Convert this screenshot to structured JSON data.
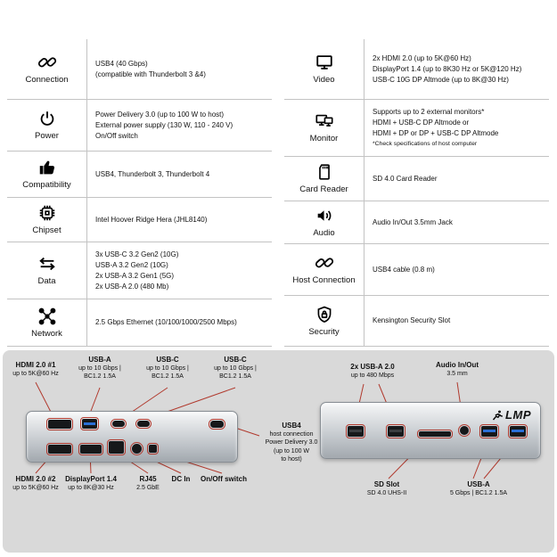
{
  "specs": {
    "left": [
      {
        "label": "Connection",
        "lines": [
          "USB4 (40 Gbps)",
          "(compatible with Thunderbolt 3 &4)"
        ]
      },
      {
        "label": "Power",
        "lines": [
          "Power Delivery 3.0 (up to 100 W to host)",
          "External power supply (130 W, 110 - 240 V)",
          "On/Off switch"
        ]
      },
      {
        "label": "Compatibility",
        "lines": [
          "USB4, Thunderbolt 3, Thunderbolt 4"
        ]
      },
      {
        "label": "Chipset",
        "lines": [
          "Intel Hoover Ridge Hera (JHL8140)"
        ]
      },
      {
        "label": "Data",
        "lines": [
          "3x USB-C 3.2 Gen2 (10G)",
          "USB-A 3.2 Gen2 (10G)",
          "2x USB-A 3.2 Gen1 (5G)",
          "2x USB-A 2.0 (480 Mb)"
        ]
      },
      {
        "label": "Network",
        "lines": [
          "2.5 Gbps Ethernet (10/100/1000/2500 Mbps)"
        ]
      }
    ],
    "right": [
      {
        "label": "Video",
        "lines": [
          "2x HDMI 2.0 (up to 5K@60 Hz)",
          "DisplayPort 1.4 (up to 8K30 Hz or 5K@120 Hz)",
          "USB-C 10G DP Altmode (up to 8K@30 Hz)"
        ]
      },
      {
        "label": "Monitor",
        "lines": [
          "Supports up to 2 external monitors*",
          "HDMI + USB-C DP Altmode or",
          "HDMI + DP or DP + USB-C DP Altmode"
        ],
        "note": "*Check specifications of host computer"
      },
      {
        "label": "Card Reader",
        "lines": [
          "SD 4.0 Card Reader"
        ]
      },
      {
        "label": "Audio",
        "lines": [
          "Audio In/Out 3.5mm Jack"
        ]
      },
      {
        "label": "Host Connection",
        "lines": [
          "USB4 cable (0.8 m)"
        ]
      },
      {
        "label": "Security",
        "lines": [
          "Kensington Security Slot"
        ]
      }
    ]
  },
  "diagram": {
    "brand": "LMP",
    "back": {
      "hdmi1": {
        "title": "HDMI 2.0 #1",
        "sub": "up to 5K@60 Hz"
      },
      "usba": {
        "title": "USB-A",
        "sub": "up to 10 Gbps |",
        "sub2": "BC1.2 1.5A"
      },
      "usbc1": {
        "title": "USB-C",
        "sub": "up to 10 Gbps |",
        "sub2": "BC1.2 1.5A"
      },
      "usbc2": {
        "title": "USB-C",
        "sub": "up to 10 Gbps |",
        "sub2": "BC1.2 1.5A"
      },
      "hdmi2": {
        "title": "HDMI 2.0 #2",
        "sub": "up to 5K@60 Hz"
      },
      "dp": {
        "title": "DisplayPort 1.4",
        "sub": "up to 8K@30 Hz"
      },
      "rj45": {
        "title": "RJ45",
        "sub": "2.5 GbE"
      },
      "dcin": {
        "title": "DC In"
      },
      "onoff": {
        "title": "On/Off switch"
      },
      "usb4": {
        "title": "USB4",
        "sub": "host connection",
        "sub2": "Power Delivery 3.0",
        "sub3": "(up to 100 W",
        "sub4": "to host)"
      }
    },
    "front": {
      "usba20": {
        "title": "2x USB-A 2.0",
        "sub": "up to 480 Mbps"
      },
      "audio": {
        "title": "Audio In/Out",
        "sub": "3.5 mm"
      },
      "sd": {
        "title": "SD Slot",
        "sub": "SD 4.0 UHS-II"
      },
      "usba5": {
        "title": "USB-A",
        "sub": "5 Gbps | BC1.2 1.5A"
      }
    }
  }
}
